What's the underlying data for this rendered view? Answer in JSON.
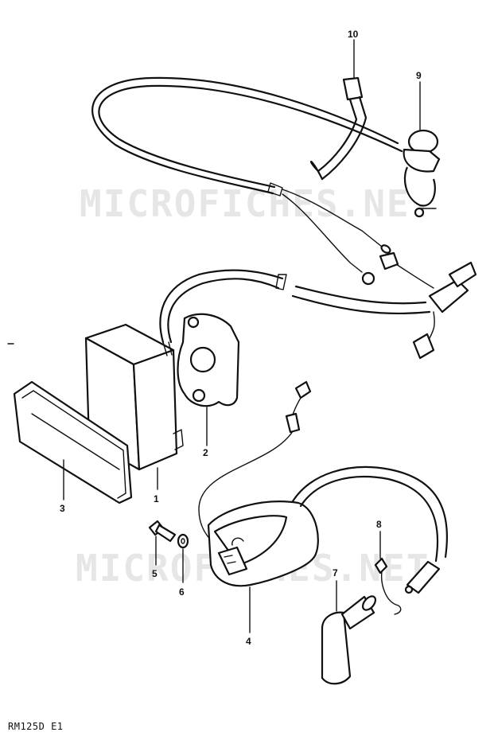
{
  "diagram": {
    "watermark_text": "MICROFICHES.NET",
    "reference_code": "RM125D E1",
    "callouts": [
      {
        "id": "1",
        "label": "1"
      },
      {
        "id": "2",
        "label": "2"
      },
      {
        "id": "3",
        "label": "3"
      },
      {
        "id": "4",
        "label": "4"
      },
      {
        "id": "5",
        "label": "5"
      },
      {
        "id": "6",
        "label": "6"
      },
      {
        "id": "7",
        "label": "7"
      },
      {
        "id": "8",
        "label": "8"
      },
      {
        "id": "9",
        "label": "9"
      },
      {
        "id": "10",
        "label": "10"
      }
    ]
  }
}
